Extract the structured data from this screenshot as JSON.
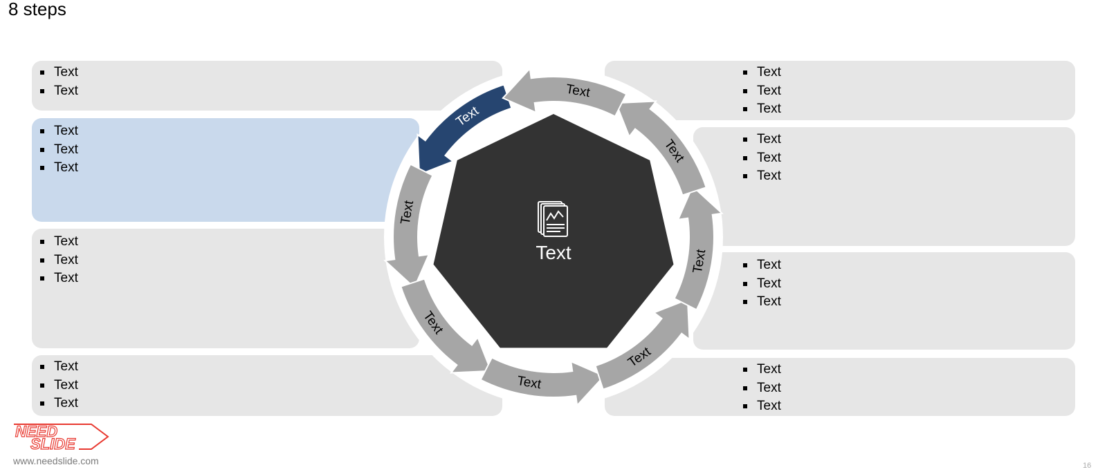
{
  "slide": {
    "title": "8 steps",
    "center_label": "Text",
    "website": "www.needslide.com",
    "page_number": "16",
    "logo_line1": "NEED",
    "logo_line2": "SLIDE"
  },
  "colors": {
    "panel": "#e6e6e6",
    "panel_active": "#c9d9ec",
    "arrow": "#a6a6a6",
    "arrow_active": "#264570",
    "hub": "#333333",
    "logo": "#e8382f"
  },
  "icons": {
    "center": "document-chart-icon"
  },
  "arrows": [
    {
      "label": "Text",
      "active": true
    },
    {
      "label": "Text",
      "active": false
    },
    {
      "label": "Text",
      "active": false
    },
    {
      "label": "Text",
      "active": false
    },
    {
      "label": "Text",
      "active": false
    },
    {
      "label": "Text",
      "active": false
    },
    {
      "label": "Text",
      "active": false
    },
    {
      "label": "Text",
      "active": false
    }
  ],
  "boxes": [
    {
      "items": [
        "Text",
        "Text"
      ]
    },
    {
      "items": [
        "Text",
        "Text",
        "Text"
      ]
    },
    {
      "items": [
        "Text",
        "Text",
        "Text"
      ]
    },
    {
      "items": [
        "Text",
        "Text",
        "Text"
      ]
    },
    {
      "items": [
        "Text",
        "Text",
        "Text"
      ]
    },
    {
      "items": [
        "Text",
        "Text",
        "Text"
      ]
    },
    {
      "items": [
        "Text",
        "Text",
        "Text"
      ]
    },
    {
      "items": [
        "Text",
        "Text",
        "Text"
      ]
    }
  ]
}
